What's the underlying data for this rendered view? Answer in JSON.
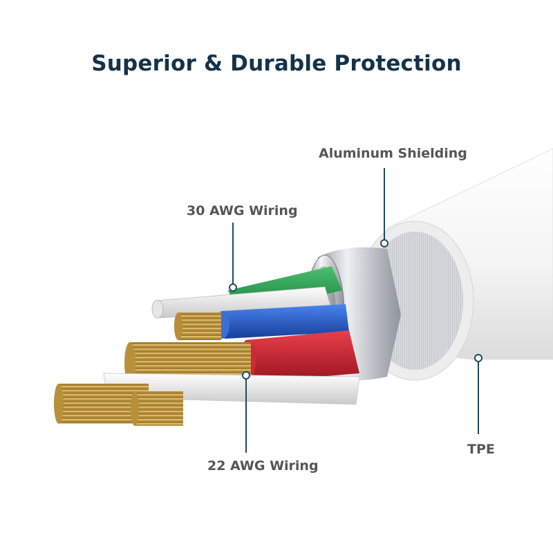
{
  "title": "Superior & Durable Protection",
  "callouts": {
    "aluminum_shielding": "Aluminum Shielding",
    "awg30": "30 AWG Wiring",
    "awg22": "22 AWG Wiring",
    "tpe": "TPE"
  },
  "colors": {
    "title": "#14334a",
    "label": "#555555",
    "leader": "#1f4a5e",
    "jacket": "#f2f2f2",
    "green_wire": "#1f9a4a",
    "blue_wire": "#2058c8",
    "red_wire": "#c82030",
    "copper": "#c9a14a",
    "foil": "#c8ccd0"
  }
}
